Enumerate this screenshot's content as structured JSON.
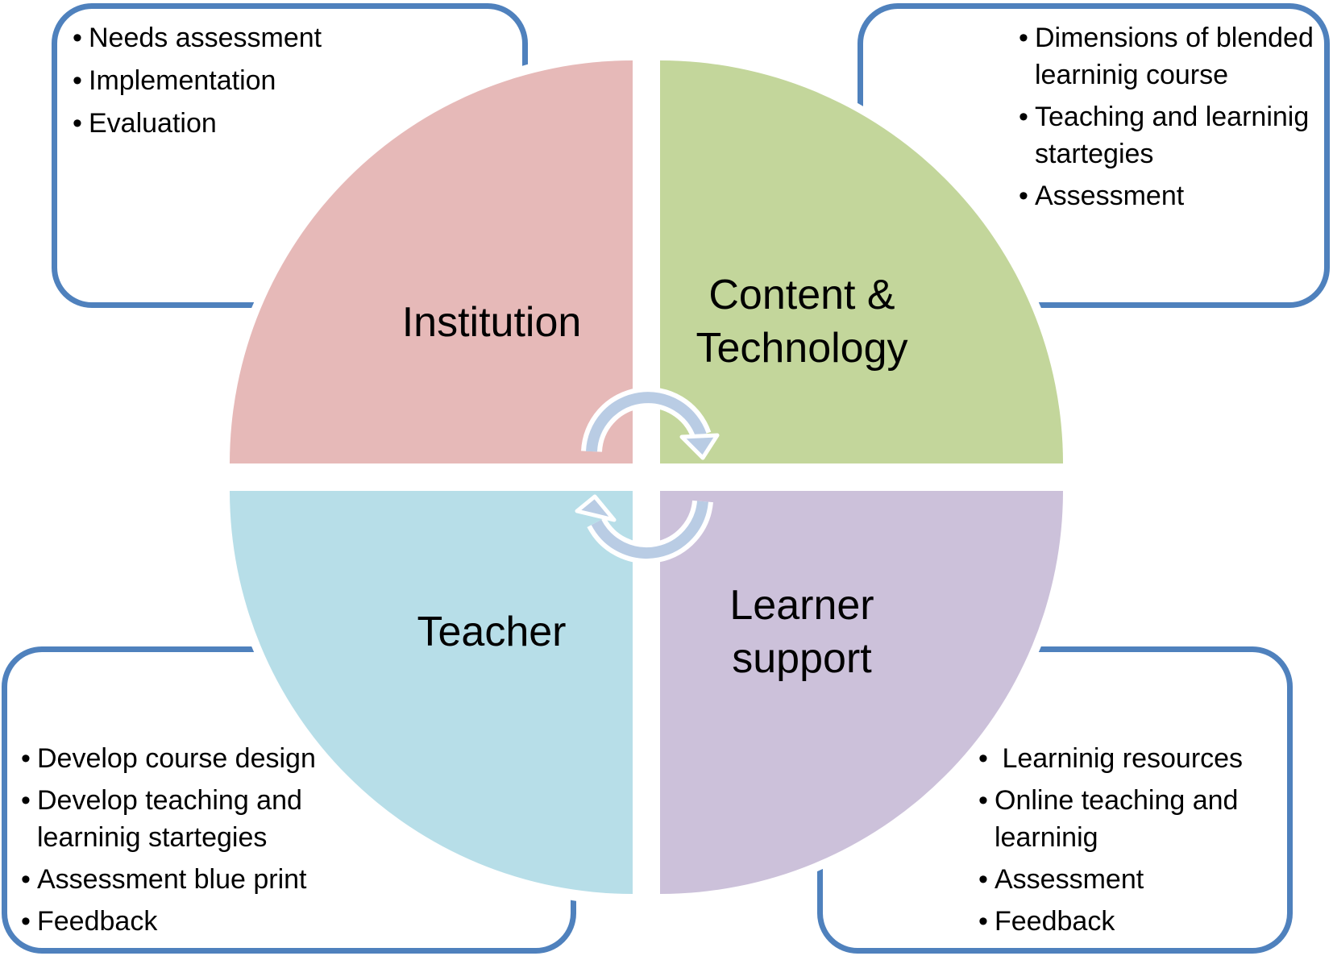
{
  "colors": {
    "box_border": "#4f81bd",
    "institution": "#e6b9b8",
    "content_technology": "#c3d69b",
    "teacher": "#b7dee8",
    "learner_support": "#ccc1da",
    "cycle_arrow": "#b9cce4"
  },
  "quadrants": {
    "institution": {
      "label": "Institution",
      "items": [
        "Needs assessment",
        "Implementation",
        "Evaluation"
      ]
    },
    "content_technology": {
      "label_line1": "Content &",
      "label_line2": "Technology",
      "items": [
        "Dimensions of blended learninig course",
        "Teaching and learninig startegies",
        "Assessment"
      ]
    },
    "teacher": {
      "label": "Teacher",
      "items": [
        "Develop course design",
        "Develop teaching and learninig startegies",
        "Assessment blue print",
        "Feedback"
      ]
    },
    "learner_support": {
      "label_line1": "Learner",
      "label_line2": "support",
      "items": [
        " Learninig resources",
        "Online teaching and learninig",
        "Assessment",
        "Feedback"
      ]
    }
  },
  "icons": {
    "cycle_arrow_top": "curved-arrow-clockwise-icon",
    "cycle_arrow_bottom": "curved-arrow-clockwise-icon"
  }
}
